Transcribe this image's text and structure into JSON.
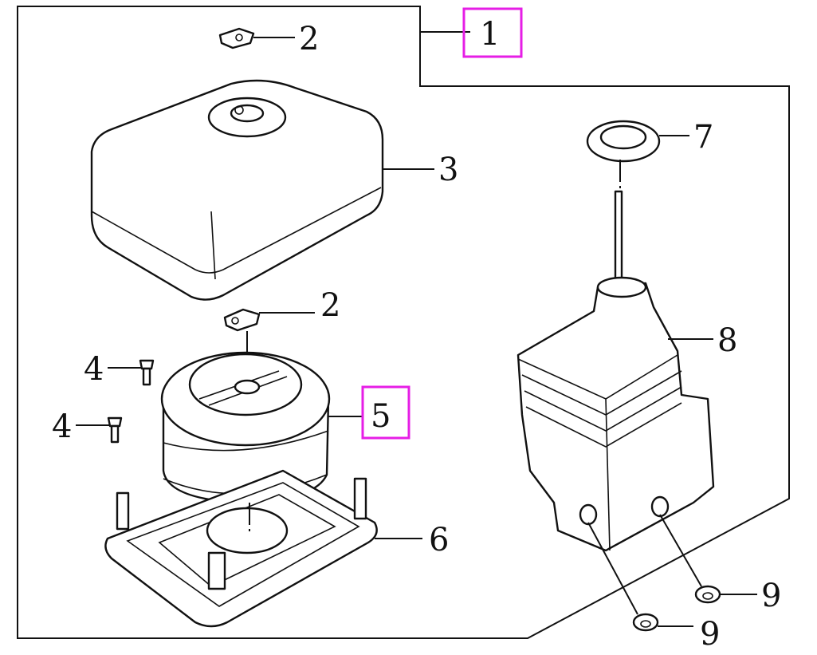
{
  "diagram": {
    "title": "Air cleaner assembly exploded view",
    "highlight_color": "#e61ee6",
    "callouts": [
      {
        "id": "c1",
        "label": "1",
        "highlighted": true
      },
      {
        "id": "c2a",
        "label": "2",
        "highlighted": false
      },
      {
        "id": "c3",
        "label": "3",
        "highlighted": false
      },
      {
        "id": "c2b",
        "label": "2",
        "highlighted": false
      },
      {
        "id": "c4a",
        "label": "4",
        "highlighted": false
      },
      {
        "id": "c4b",
        "label": "4",
        "highlighted": false
      },
      {
        "id": "c5",
        "label": "5",
        "highlighted": true
      },
      {
        "id": "c6",
        "label": "6",
        "highlighted": false
      },
      {
        "id": "c7",
        "label": "7",
        "highlighted": false
      },
      {
        "id": "c8",
        "label": "8",
        "highlighted": false
      },
      {
        "id": "c9a",
        "label": "9",
        "highlighted": false
      },
      {
        "id": "c9b",
        "label": "9",
        "highlighted": false
      }
    ]
  }
}
